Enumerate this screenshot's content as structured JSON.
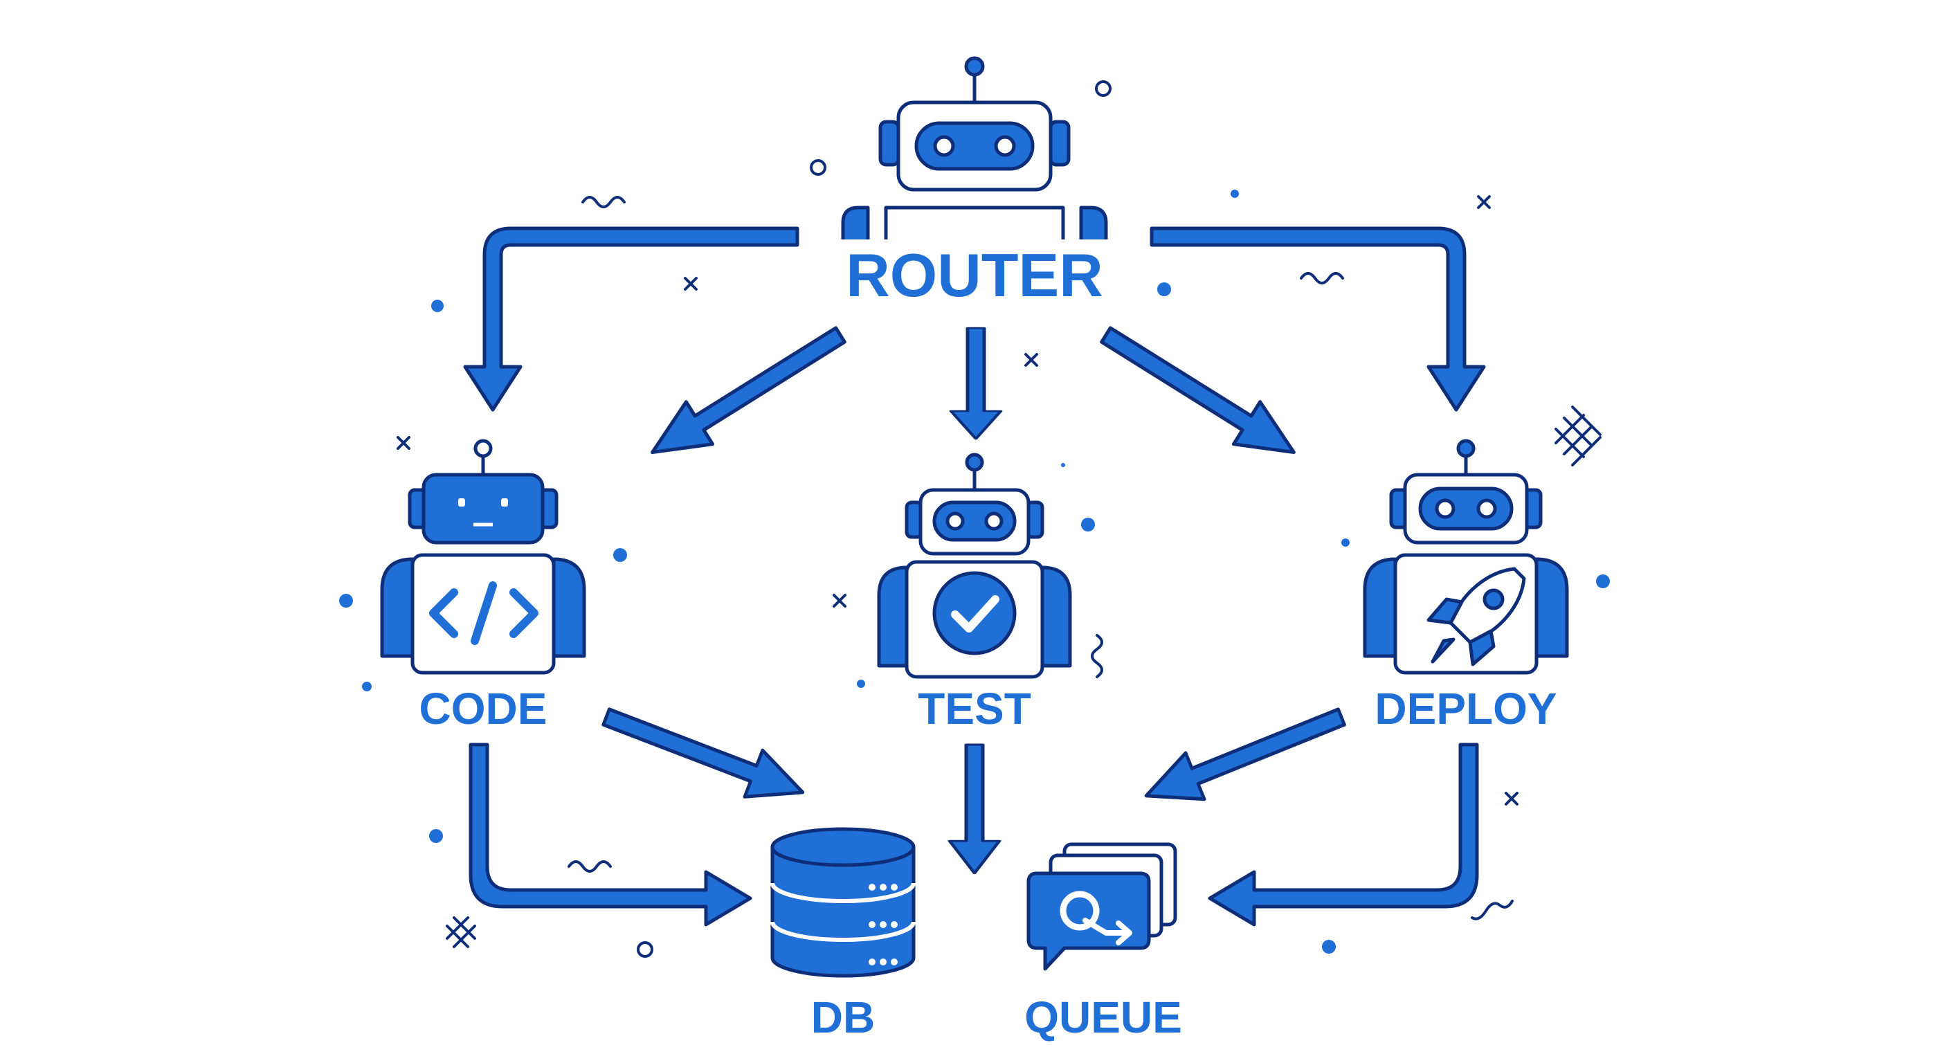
{
  "colors": {
    "primary": "#1f6fd6",
    "outline": "#0f2e7a",
    "light": "#e6eefb",
    "paper": "#ffffff"
  },
  "nodes": {
    "router": {
      "label": "ROUTER",
      "icon": "robot-icon"
    },
    "code": {
      "label": "CODE",
      "icon": "code-brackets-icon"
    },
    "test": {
      "label": "TEST",
      "icon": "checkmark-circle-icon"
    },
    "deploy": {
      "label": "DEPLOY",
      "icon": "rocket-icon"
    },
    "db": {
      "label": "DB",
      "icon": "database-icon"
    },
    "queue": {
      "label": "QUEUE",
      "icon": "message-queue-icon"
    }
  },
  "edges": [
    {
      "from": "router",
      "to": "code"
    },
    {
      "from": "router",
      "to": "test"
    },
    {
      "from": "router",
      "to": "deploy"
    },
    {
      "from": "code",
      "to": "db"
    },
    {
      "from": "test",
      "to": "db"
    },
    {
      "from": "deploy",
      "to": "queue"
    }
  ]
}
